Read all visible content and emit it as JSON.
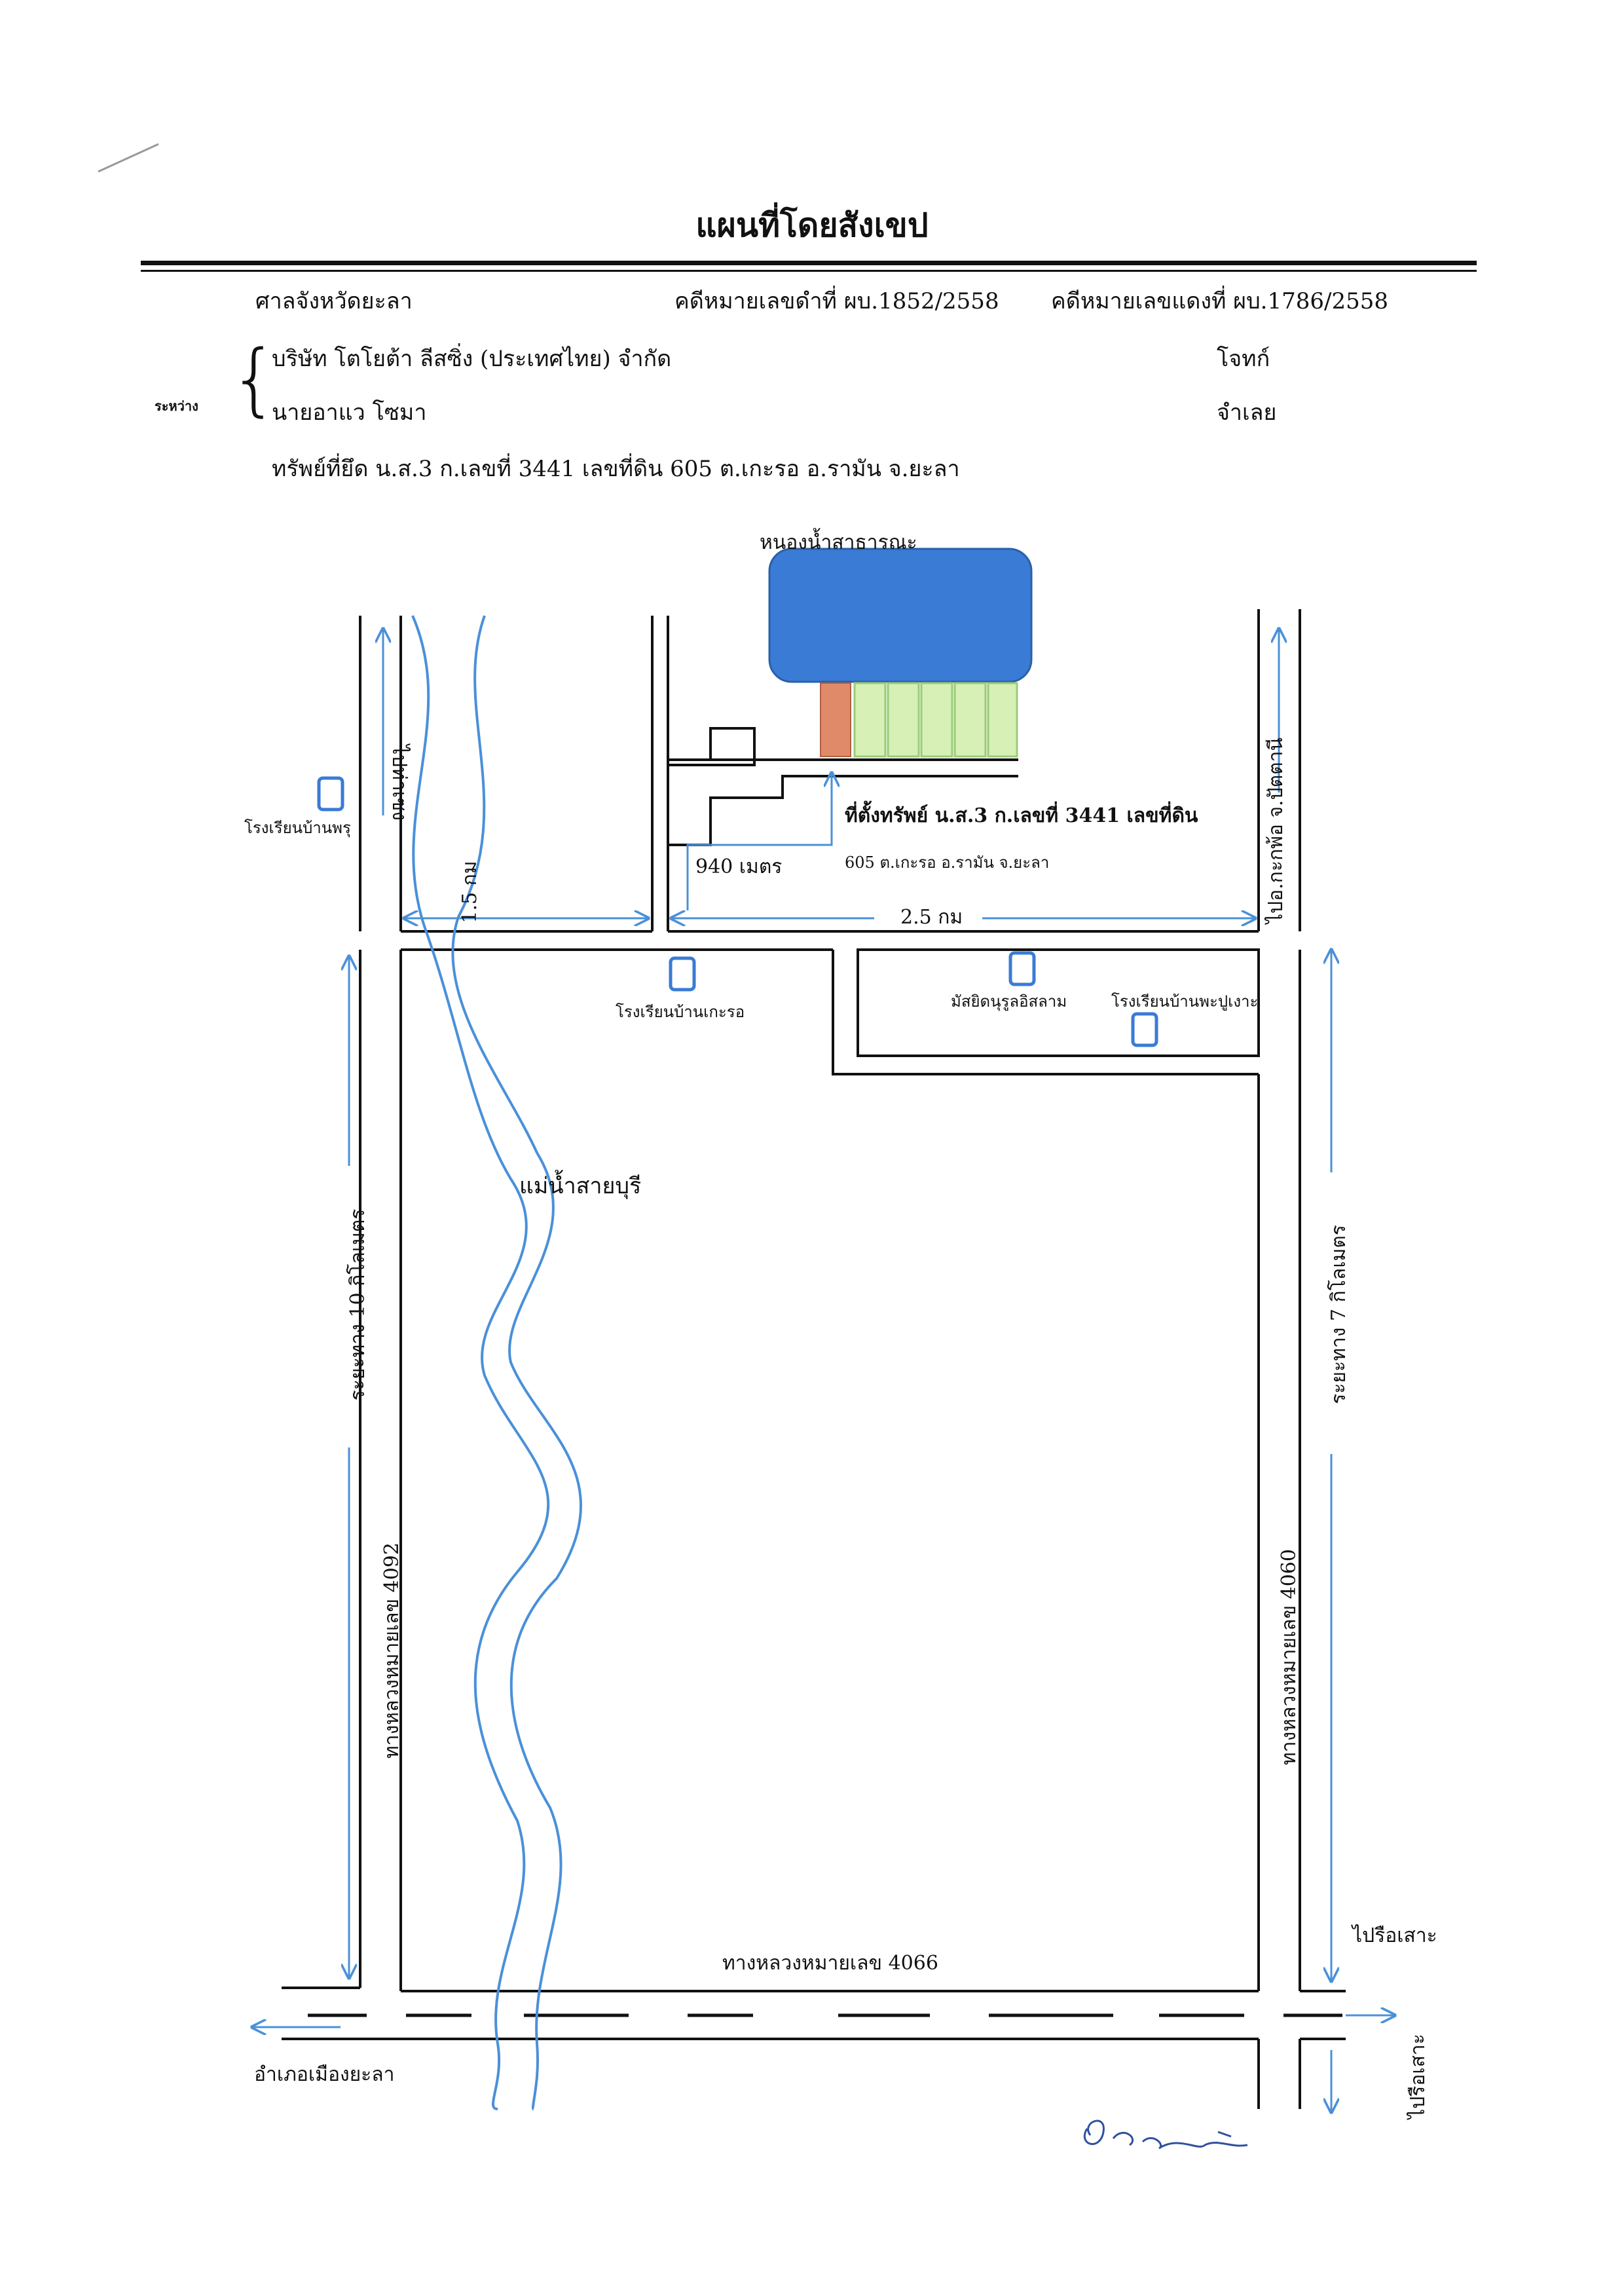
{
  "title": "แผนที่โดยสังเขป",
  "header": {
    "court": "ศาลจังหวัดยะลา",
    "black_case": "คดีหมายเลขดำที่ ผบ.1852/2558",
    "red_case": "คดีหมายเลขแดงที่ ผบ.1786/2558",
    "between_label": "ระหว่าง",
    "plaintiff_name": "บริษัท โตโยต้า ลีสซิ่ง (ประเทศไทย) จำกัด",
    "plaintiff_role": "โจทก์",
    "defendant_name": "นายอาแว โซมา",
    "defendant_role": "จำเลย",
    "seized_property": "ทรัพย์ที่ยึด   น.ส.3 ก.เลขที่ 3441 เลขที่ดิน 605 ต.เกะรอ อ.รามัน จ.ยะลา"
  },
  "map": {
    "pond_label": "หนองน้ำสาธารณะ",
    "property_label_line1": "ที่ตั้งทรัพย์ น.ส.3 ก.เลขที่ 3441 เลขที่ดิน",
    "property_label_line2": "605 ต.เกะรอ อ.รามัน จ.ยะลา",
    "dist_940": "940 เมตร",
    "dist_2_5km": "2.5 กม",
    "dist_1_5km": "1.5 กม",
    "to_thaseng": "ไปท่าเซง",
    "school_banphru": "โรงเรียนบ้านพรุ",
    "school_bankero": "โรงเรียนบ้านเกะรอ",
    "mosque": "มัสยิดนุรูลอิสลาม",
    "school_banpapusoh": "โรงเรียนบ้านพะปูเงาะ",
    "to_kokpho": "ไปอ.กะกพ้อ จ.ปัตตานี",
    "river": "แม่น้ำสายบุรี",
    "dist_10km": "ระยะทาง  10 กิโลเมตร",
    "hwy_4092": "ทางหลวงหมายเลข 4092",
    "dist_7km": "ระยะทาง  7  กิโลเมตร",
    "hwy_4060": "ทางหลวงหมายเลข 4060",
    "to_rueso_1": "ไปรือเสาะ",
    "hwy_4066": "ทางหลวงหมายเลข 4066",
    "amphoe_yala": "อำเภอเมืองยะลา",
    "to_rueso_2": "ไปรือเสาะ"
  },
  "colors": {
    "pond": "#3a7bd5",
    "arrow": "#4a90d9",
    "plot_highlight": "#e08a6a",
    "plot_green": "#d6f0b5",
    "road": "#111111"
  }
}
